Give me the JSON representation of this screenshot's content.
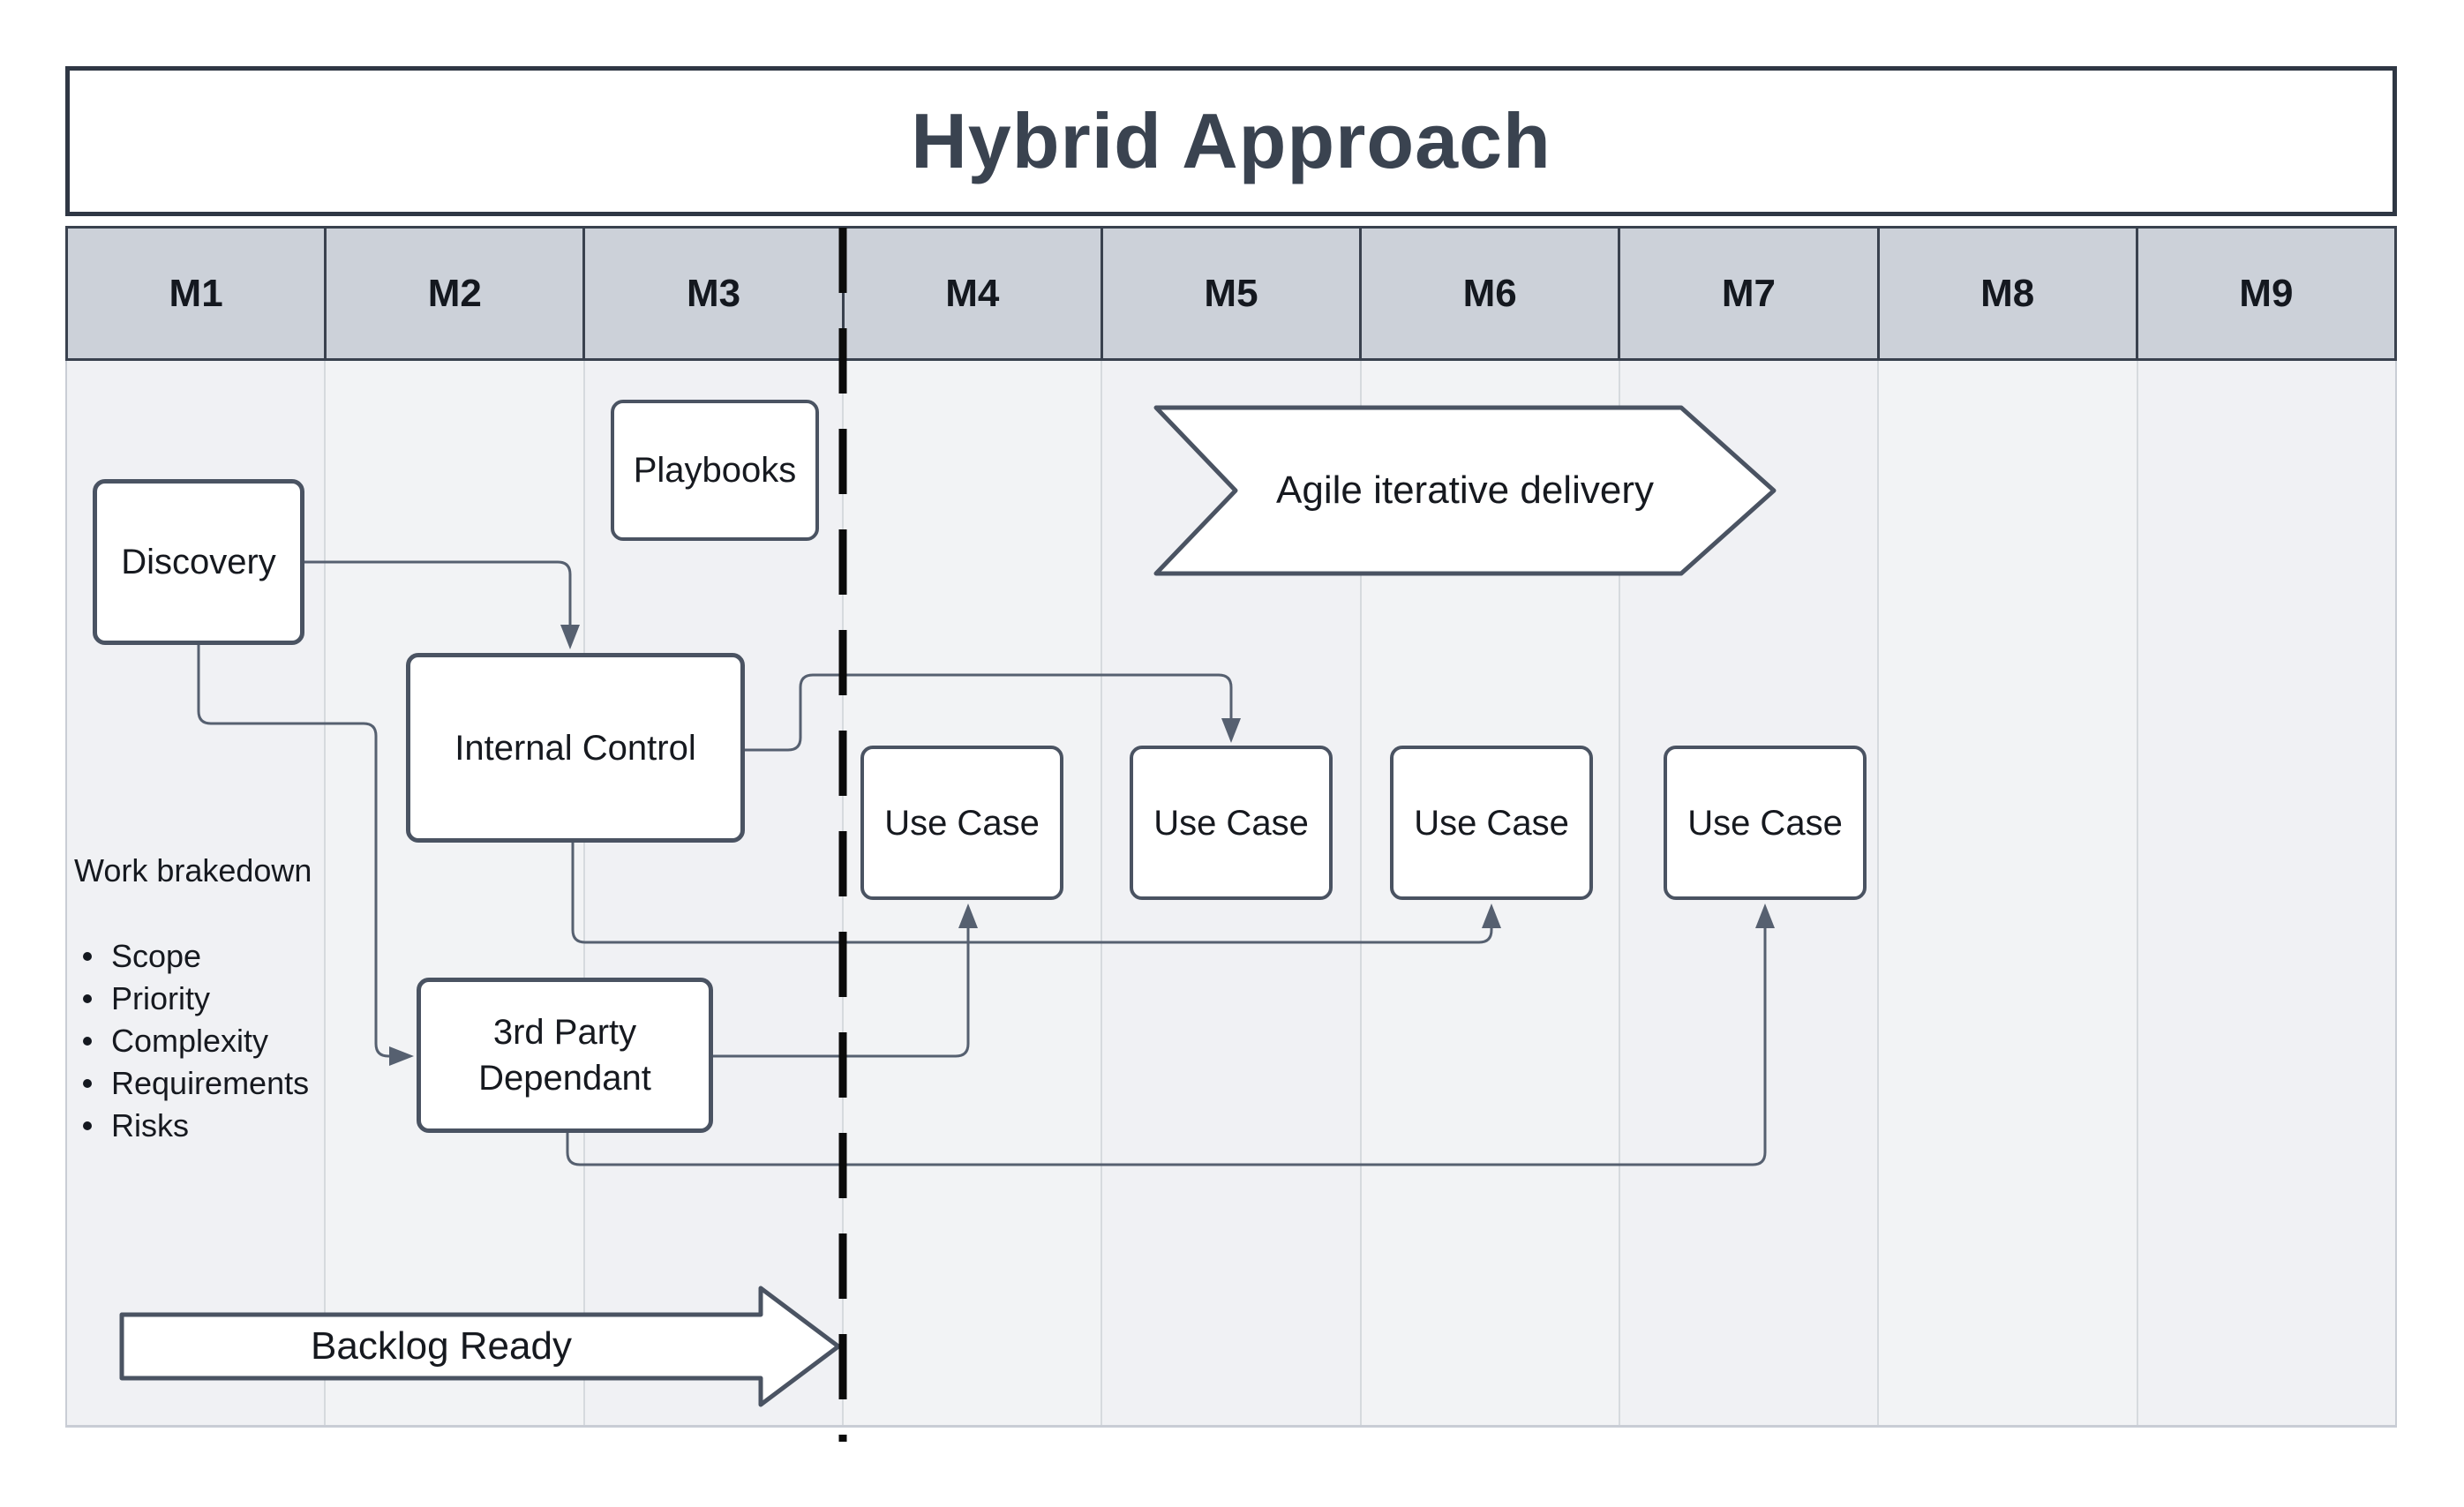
{
  "title": "Hybrid Approach",
  "timeline": {
    "columns": [
      "M1",
      "M2",
      "M3",
      "M4",
      "M5",
      "M6",
      "M7",
      "M8",
      "M9"
    ]
  },
  "nodes": {
    "discovery": {
      "label": "Discovery"
    },
    "playbooks": {
      "label": "Playbooks"
    },
    "internal_control": {
      "label": "Internal Control"
    },
    "third_party": {
      "label_line1": "3rd Party",
      "label_line2": "Dependant"
    },
    "use_cases": [
      "Use Case",
      "Use Case",
      "Use Case",
      "Use Case"
    ]
  },
  "banners": {
    "agile": {
      "label": "Agile iterative delivery"
    },
    "backlog": {
      "label": "Backlog Ready"
    }
  },
  "work_breakdown": {
    "heading": "Work brakedown",
    "items": [
      "Scope",
      "Priority",
      "Complexity",
      "Requirements",
      "Risks"
    ]
  },
  "colors": {
    "header_fill": "#ccd1d9",
    "header_border": "#39414e",
    "body_fill_odd": "#f0f1f4",
    "body_fill_even": "#f2f3f5",
    "column_line": "#d6dade",
    "body_border": "#c9cdd5",
    "node_border": "#4a5362",
    "node_fill": "#ffffff",
    "connector": "#566070",
    "divider": "#0b0b0b",
    "title_text": "#3a4350",
    "text": "#16191f"
  }
}
